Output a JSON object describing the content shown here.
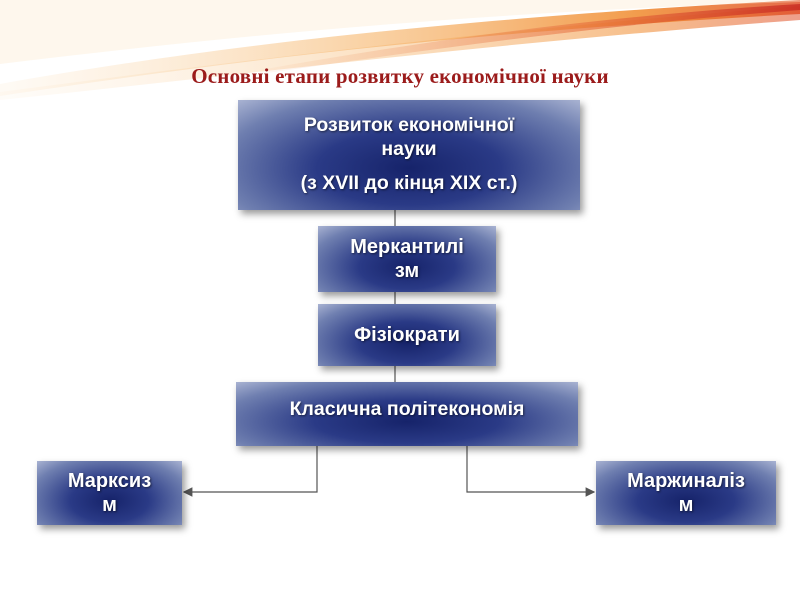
{
  "slide": {
    "title": "Основні етапи розвитку економічної науки"
  },
  "diagram": {
    "main": {
      "line1": "Розвиток економічної",
      "line2": "науки",
      "period": "(з XVІІ до кінця XІX ст.)"
    },
    "mercantilism": {
      "line1": "Меркантилі",
      "line2": "зм"
    },
    "physiocrats": {
      "label": "Фізіократи"
    },
    "classical": {
      "label": "Класична політекономія"
    },
    "marxism": {
      "line1": "Марксиз",
      "line2": "м"
    },
    "marginalism": {
      "line1": "Маржиналіз",
      "line2": "м"
    }
  },
  "colors": {
    "title": "#9b1b1b",
    "box_center": "#16236a",
    "box_edge": "#a9b3d2",
    "connector": "#555555",
    "decor_orange": "#f39a3a",
    "decor_red": "#d23a2a"
  }
}
